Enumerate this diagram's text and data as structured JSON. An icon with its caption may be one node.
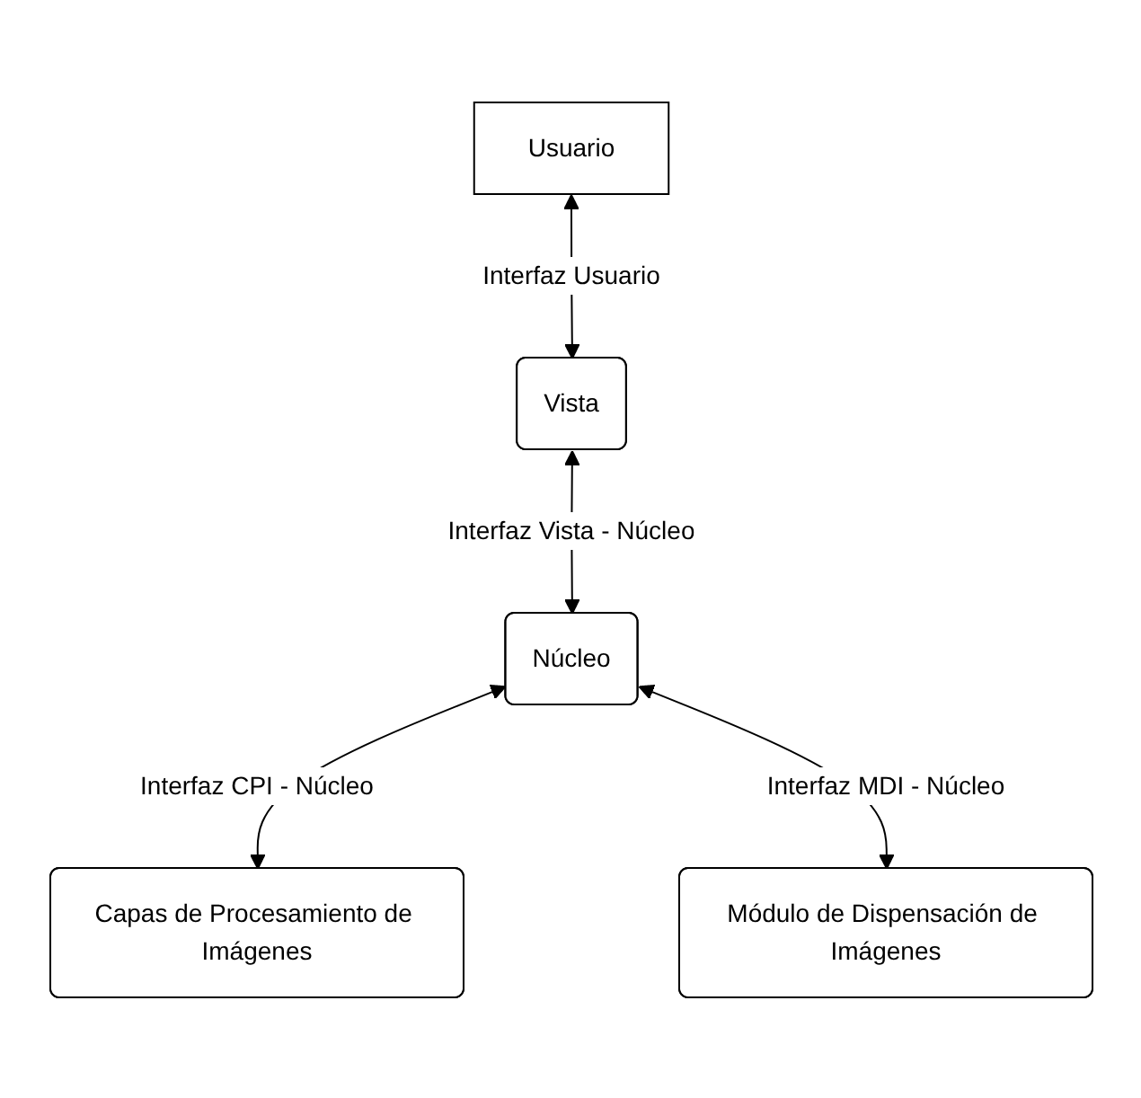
{
  "diagram": {
    "nodes": [
      {
        "text": [
          "Usuario"
        ]
      },
      {
        "text": [
          "Vista"
        ]
      },
      {
        "text": [
          "Núcleo"
        ]
      },
      {
        "text": [
          "Capas de Procesamiento de Imágenes"
        ]
      },
      {
        "text": [
          "Módulo de Dispensación de Imágenes"
        ]
      }
    ],
    "edges": [
      {
        "from": 0,
        "to": 1,
        "arrow": "both",
        "label": "Interfaz Usuario"
      },
      {
        "from": 1,
        "to": 2,
        "arrow": "both",
        "label": "Interfaz Vista - Núcleo"
      },
      {
        "from": 2,
        "to": 3,
        "arrow": "both",
        "label": "Interfaz CPI - Núcleo"
      },
      {
        "from": 2,
        "to": 4,
        "arrow": "both",
        "label": "Interfaz MDI - Núcleo"
      }
    ]
  }
}
